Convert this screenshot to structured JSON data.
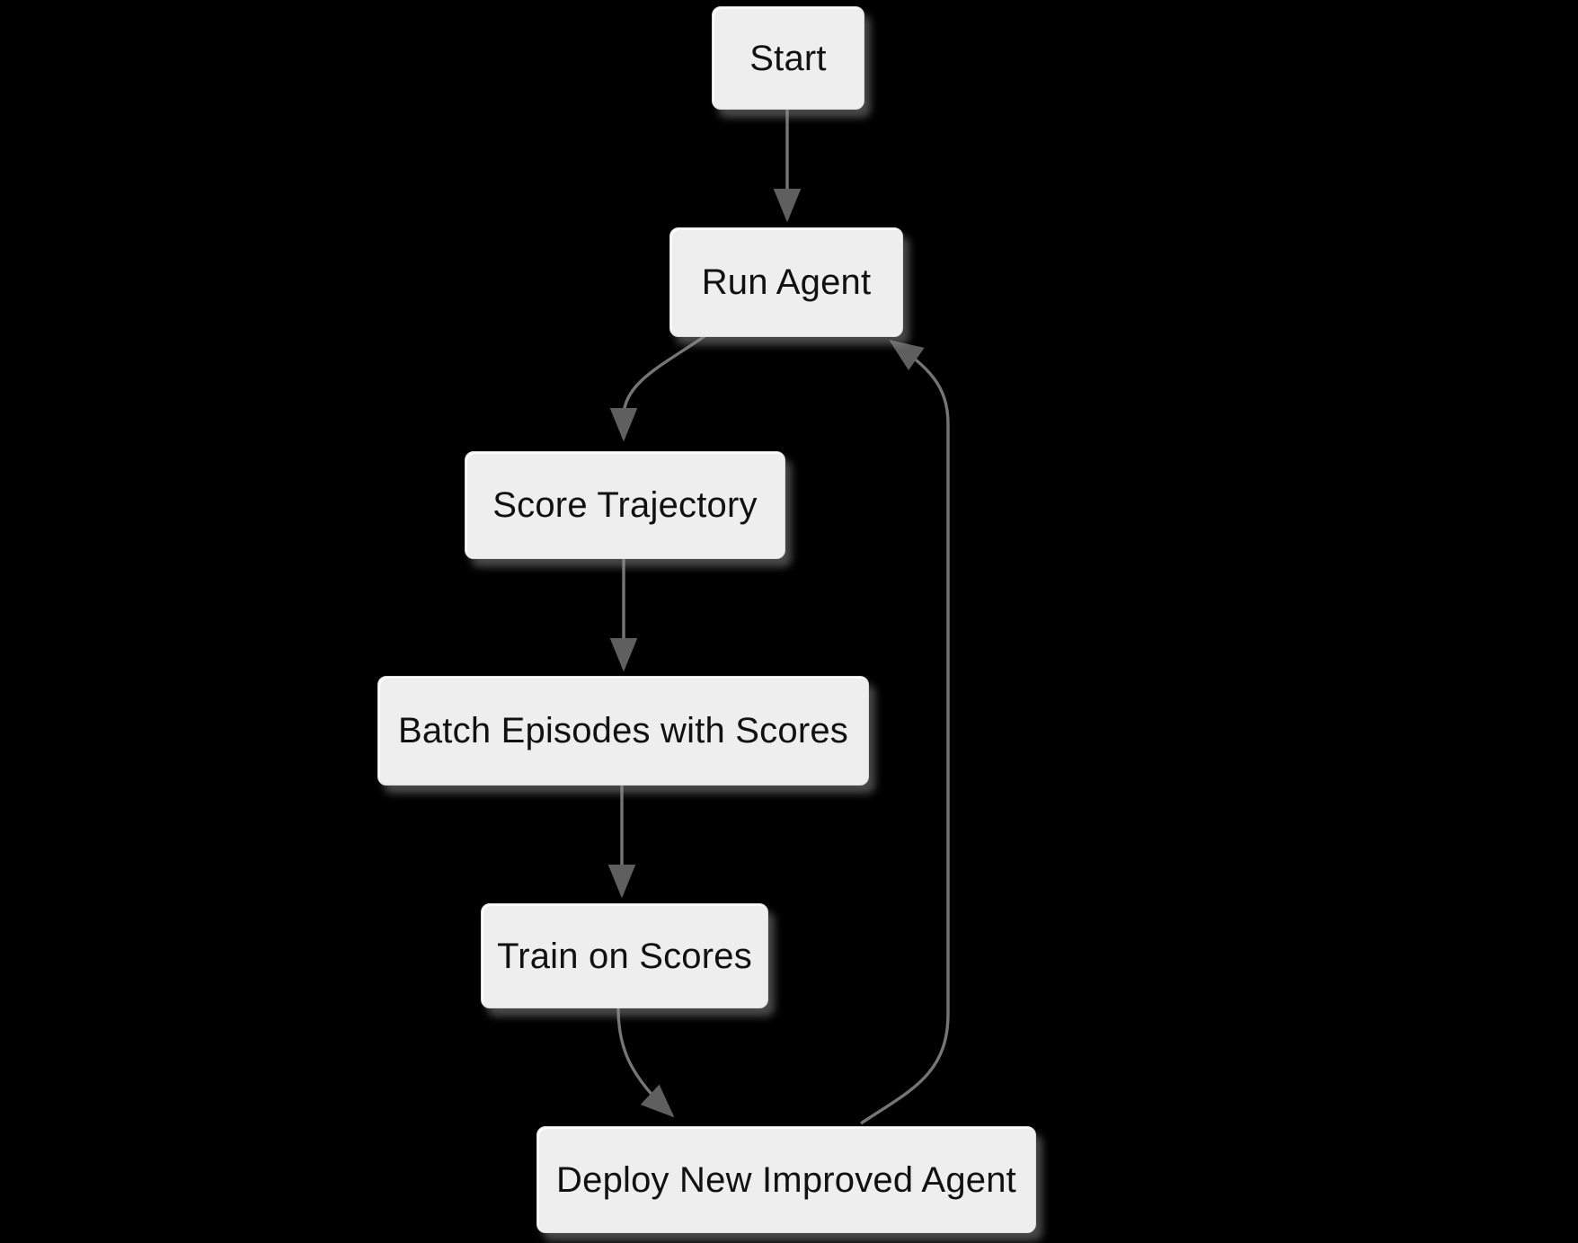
{
  "diagram": {
    "type": "flowchart",
    "direction": "top-down",
    "background_color": "#000000",
    "node_fill_color": "#eeeeee",
    "node_border_color": "#dcdcdc",
    "node_text_color": "#111111",
    "arrow_line_color": "#757575",
    "arrow_head_color": "#5f5f5f",
    "nodes": [
      {
        "id": "start",
        "label": "Start"
      },
      {
        "id": "run-agent",
        "label": "Run Agent"
      },
      {
        "id": "score-trajectory",
        "label": "Score Trajectory"
      },
      {
        "id": "batch-episodes",
        "label": "Batch Episodes with Scores"
      },
      {
        "id": "train-on-scores",
        "label": "Train on Scores"
      },
      {
        "id": "deploy-new-improved-agent",
        "label": "Deploy New Improved Agent"
      }
    ],
    "edges": [
      {
        "from": "start",
        "to": "run-agent"
      },
      {
        "from": "run-agent",
        "to": "score-trajectory"
      },
      {
        "from": "score-trajectory",
        "to": "batch-episodes"
      },
      {
        "from": "batch-episodes",
        "to": "train-on-scores"
      },
      {
        "from": "train-on-scores",
        "to": "deploy-new-improved-agent"
      },
      {
        "from": "deploy-new-improved-agent",
        "to": "run-agent"
      }
    ]
  }
}
